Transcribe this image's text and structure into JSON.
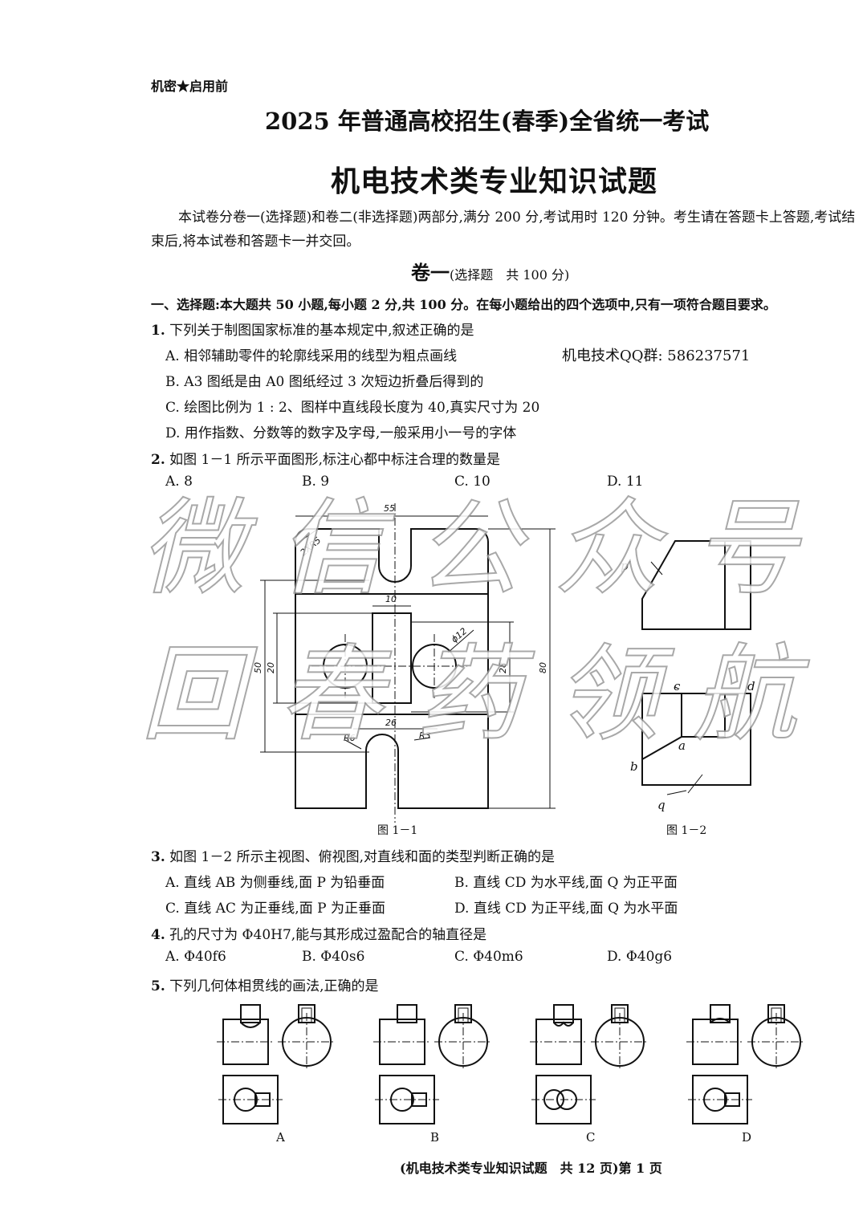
{
  "header": {
    "secret": "机密★启用前",
    "title_main": "2025 年普通高校招生(春季)全省统一考试",
    "title_sub": "机电技术类专业知识试题"
  },
  "intro": "本试卷分卷一(选择题)和卷二(非选择题)两部分,满分 200 分,考试用时 120 分钟。考生请在答题卡上答题,考试结束后,将本试卷和答题卡一并交回。",
  "volume": {
    "title": "卷一",
    "note": "(选择题　共 100 分)"
  },
  "section": "一、选择题:本大题共 50 小题,每小题 2 分,共 100 分。在每小题给出的四个选项中,只有一项符合题目要求。",
  "watermark": {
    "line1": "微信公众号",
    "line2": "回春药领航",
    "qq": "机电技术QQ群:  586237571"
  },
  "q1": {
    "num": "1.",
    "stem": "下列关于制图国家标准的基本规定中,叙述正确的是",
    "A": "A. 相邻辅助零件的轮廓线采用的线型为粗点画线",
    "B": "B. A3 图纸是由 A0 图纸经过 3 次短边折叠后得到的",
    "C": "C. 绘图比例为 1 : 2、图样中直线段长度为 40,真实尺寸为 20",
    "D": "D. 用作指数、分数等的数字及字母,一般采用小一号的字体"
  },
  "q2": {
    "num": "2.",
    "stem": "如图 1－1 所示平面图形,标注心都中标注合理的数量是",
    "A": "A. 8",
    "B": "B. 9",
    "C": "C. 10",
    "D": "D. 11"
  },
  "fig1": {
    "caption": "图 1－1",
    "dims": {
      "d55": "55",
      "d2xr5": "2XR5",
      "d10": "10",
      "phi12": "ϕ12",
      "d50": "50",
      "d20": "20",
      "d28": "28",
      "d80": "80",
      "d26": "26",
      "r6": "R6",
      "r3": "R3"
    }
  },
  "fig2": {
    "caption": "图 1－2",
    "labels": {
      "p": "p′",
      "c": "c",
      "d": "d",
      "a": "a",
      "b": "b",
      "q": "q"
    }
  },
  "q3": {
    "num": "3.",
    "stem": "如图 1－2 所示主视图、俯视图,对直线和面的类型判断正确的是",
    "A": "A. 直线 AB 为侧垂线,面 P 为铅垂面",
    "B": "B. 直线 CD 为水平线,面 Q 为正平面",
    "C": "C. 直线 AC 为正垂线,面 P 为正垂面",
    "D": "D. 直线 CD 为正平线,面 Q 为水平面"
  },
  "q4": {
    "num": "4.",
    "stem": "孔的尺寸为 Φ40H7,能与其形成过盈配合的轴直径是",
    "A": "A. Φ40f6",
    "B": "B. Φ40s6",
    "C": "C. Φ40m6",
    "D": "D. Φ40g6"
  },
  "q5": {
    "num": "5.",
    "stem": "下列几何体相贯线的画法,正确的是",
    "labels": [
      "A",
      "B",
      "C",
      "D"
    ]
  },
  "footer": "(机电技术类专业知识试题　共 12 页)第 1 页"
}
